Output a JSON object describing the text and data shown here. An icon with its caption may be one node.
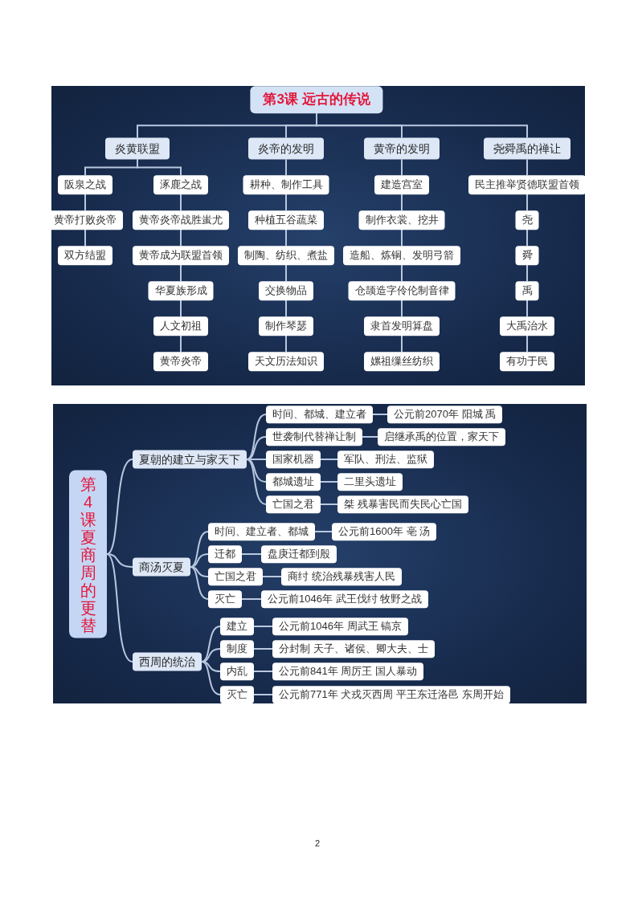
{
  "diagram": {
    "nodes": [
      {
        "text": [
          "第3课 远古的传说"
        ]
      },
      {
        "text": [
          "炎黄联盟"
        ]
      },
      {
        "text": [
          "炎帝的发明"
        ]
      },
      {
        "text": [
          "黄帝的发明"
        ]
      },
      {
        "text": [
          "尧舜禹的禅让"
        ]
      },
      {
        "text": [
          "阪泉之战"
        ]
      },
      {
        "text": [
          "黄帝打败炎帝"
        ]
      },
      {
        "text": [
          "双方结盟"
        ]
      },
      {
        "text": [
          "涿鹿之战"
        ]
      },
      {
        "text": [
          "黄帝炎帝战胜蚩尤"
        ]
      },
      {
        "text": [
          "黄帝成为联盟首领"
        ]
      },
      {
        "text": [
          "华夏族形成"
        ]
      },
      {
        "text": [
          "人文初祖"
        ]
      },
      {
        "text": [
          "黄帝炎帝"
        ]
      },
      {
        "text": [
          "耕种、制作工具"
        ]
      },
      {
        "text": [
          "种植五谷蔬菜"
        ]
      },
      {
        "text": [
          "制陶、纺织、煮盐"
        ]
      },
      {
        "text": [
          "交换物品"
        ]
      },
      {
        "text": [
          "制作琴瑟"
        ]
      },
      {
        "text": [
          "天文历法知识"
        ]
      },
      {
        "text": [
          "建造宫室"
        ]
      },
      {
        "text": [
          "制作衣裳、挖井"
        ]
      },
      {
        "text": [
          "造船、炼铜、发明弓箭"
        ]
      },
      {
        "text": [
          "仓颉造字伶伦制音律"
        ]
      },
      {
        "text": [
          "隶首发明算盘"
        ]
      },
      {
        "text": [
          "嫘祖缫丝纺织"
        ]
      },
      {
        "text": [
          "民主推举贤德联盟首领"
        ]
      },
      {
        "text": [
          "尧"
        ]
      },
      {
        "text": [
          "舜"
        ]
      },
      {
        "text": [
          "禹"
        ]
      },
      {
        "text": [
          "大禹治水"
        ]
      },
      {
        "text": [
          "有功于民"
        ]
      },
      {
        "text": [
          "第4课夏商周的更替"
        ]
      },
      {
        "text": [
          "夏朝的建立与家天下"
        ]
      },
      {
        "text": [
          "商汤灭夏"
        ]
      },
      {
        "text": [
          "西周的统治"
        ]
      },
      {
        "text": [
          "时间、都城、建立者"
        ]
      },
      {
        "text": [
          "公元前2070年 阳城 禹"
        ]
      },
      {
        "text": [
          "世袭制代替禅让制"
        ]
      },
      {
        "text": [
          "启继承禹的位置，家天下"
        ]
      },
      {
        "text": [
          "国家机器"
        ]
      },
      {
        "text": [
          "军队、刑法、监狱"
        ]
      },
      {
        "text": [
          "都城遗址"
        ]
      },
      {
        "text": [
          "二里头遗址"
        ]
      },
      {
        "text": [
          "亡国之君"
        ]
      },
      {
        "text": [
          "桀 残暴害民而失民心亡国"
        ]
      },
      {
        "text": [
          "时间、建立者、都城"
        ]
      },
      {
        "text": [
          "公元前1600年 亳 汤"
        ]
      },
      {
        "text": [
          "迁都"
        ]
      },
      {
        "text": [
          "盘庚迁都到殷"
        ]
      },
      {
        "text": [
          "亡国之君"
        ]
      },
      {
        "text": [
          "商纣 统治残暴残害人民"
        ]
      },
      {
        "text": [
          "灭亡"
        ]
      },
      {
        "text": [
          "公元前1046年 武王伐纣 牧野之战"
        ]
      },
      {
        "text": [
          "建立"
        ]
      },
      {
        "text": [
          "公元前1046年 周武王 镐京"
        ]
      },
      {
        "text": [
          "制度"
        ]
      },
      {
        "text": [
          "分封制 天子、诸侯、卿大夫、士"
        ]
      },
      {
        "text": [
          "内乱"
        ]
      },
      {
        "text": [
          "公元前841年 周厉王 国人暴动"
        ]
      },
      {
        "text": [
          "灭亡"
        ]
      },
      {
        "text": [
          "公元前771年 犬戎灭西周 平王东迁洛邑 东周开始"
        ]
      }
    ],
    "edges": [
      {
        "from": 0,
        "to": 1,
        "arrow": "none"
      },
      {
        "from": 0,
        "to": 2,
        "arrow": "none"
      },
      {
        "from": 0,
        "to": 3,
        "arrow": "none"
      },
      {
        "from": 0,
        "to": 4,
        "arrow": "none"
      },
      {
        "from": 1,
        "to": 5,
        "arrow": "none"
      },
      {
        "from": 5,
        "to": 6,
        "arrow": "none"
      },
      {
        "from": 6,
        "to": 7,
        "arrow": "none"
      },
      {
        "from": 1,
        "to": 8,
        "arrow": "none"
      },
      {
        "from": 8,
        "to": 9,
        "arrow": "none"
      },
      {
        "from": 9,
        "to": 10,
        "arrow": "none"
      },
      {
        "from": 10,
        "to": 11,
        "arrow": "none"
      },
      {
        "from": 11,
        "to": 12,
        "arrow": "none"
      },
      {
        "from": 12,
        "to": 13,
        "arrow": "none"
      },
      {
        "from": 2,
        "to": 14,
        "arrow": "none"
      },
      {
        "from": 14,
        "to": 15,
        "arrow": "none"
      },
      {
        "from": 15,
        "to": 16,
        "arrow": "none"
      },
      {
        "from": 16,
        "to": 17,
        "arrow": "none"
      },
      {
        "from": 17,
        "to": 18,
        "arrow": "none"
      },
      {
        "from": 18,
        "to": 19,
        "arrow": "none"
      },
      {
        "from": 3,
        "to": 20,
        "arrow": "none"
      },
      {
        "from": 20,
        "to": 21,
        "arrow": "none"
      },
      {
        "from": 21,
        "to": 22,
        "arrow": "none"
      },
      {
        "from": 22,
        "to": 23,
        "arrow": "none"
      },
      {
        "from": 23,
        "to": 24,
        "arrow": "none"
      },
      {
        "from": 24,
        "to": 25,
        "arrow": "none"
      },
      {
        "from": 4,
        "to": 26,
        "arrow": "none"
      },
      {
        "from": 26,
        "to": 27,
        "arrow": "none"
      },
      {
        "from": 27,
        "to": 28,
        "arrow": "none"
      },
      {
        "from": 28,
        "to": 29,
        "arrow": "none"
      },
      {
        "from": 29,
        "to": 30,
        "arrow": "none"
      },
      {
        "from": 30,
        "to": 31,
        "arrow": "none"
      },
      {
        "from": 32,
        "to": 33,
        "arrow": "none"
      },
      {
        "from": 32,
        "to": 34,
        "arrow": "none"
      },
      {
        "from": 32,
        "to": 35,
        "arrow": "none"
      },
      {
        "from": 33,
        "to": 36,
        "arrow": "none"
      },
      {
        "from": 36,
        "to": 37,
        "arrow": "none"
      },
      {
        "from": 33,
        "to": 38,
        "arrow": "none"
      },
      {
        "from": 38,
        "to": 39,
        "arrow": "none"
      },
      {
        "from": 33,
        "to": 40,
        "arrow": "none"
      },
      {
        "from": 40,
        "to": 41,
        "arrow": "none"
      },
      {
        "from": 33,
        "to": 42,
        "arrow": "none"
      },
      {
        "from": 42,
        "to": 43,
        "arrow": "none"
      },
      {
        "from": 33,
        "to": 44,
        "arrow": "none"
      },
      {
        "from": 44,
        "to": 45,
        "arrow": "none"
      },
      {
        "from": 34,
        "to": 46,
        "arrow": "none"
      },
      {
        "from": 46,
        "to": 47,
        "arrow": "none"
      },
      {
        "from": 34,
        "to": 48,
        "arrow": "none"
      },
      {
        "from": 48,
        "to": 49,
        "arrow": "none"
      },
      {
        "from": 34,
        "to": 50,
        "arrow": "none"
      },
      {
        "from": 50,
        "to": 51,
        "arrow": "none"
      },
      {
        "from": 34,
        "to": 52,
        "arrow": "none"
      },
      {
        "from": 52,
        "to": 53,
        "arrow": "none"
      },
      {
        "from": 35,
        "to": 54,
        "arrow": "none"
      },
      {
        "from": 54,
        "to": 55,
        "arrow": "none"
      },
      {
        "from": 35,
        "to": 56,
        "arrow": "none"
      },
      {
        "from": 56,
        "to": 57,
        "arrow": "none"
      },
      {
        "from": 35,
        "to": 58,
        "arrow": "none"
      },
      {
        "from": 58,
        "to": 59,
        "arrow": "none"
      },
      {
        "from": 35,
        "to": 60,
        "arrow": "none"
      },
      {
        "from": 60,
        "to": 61,
        "arrow": "none"
      }
    ],
    "labels": [
      "2"
    ]
  }
}
